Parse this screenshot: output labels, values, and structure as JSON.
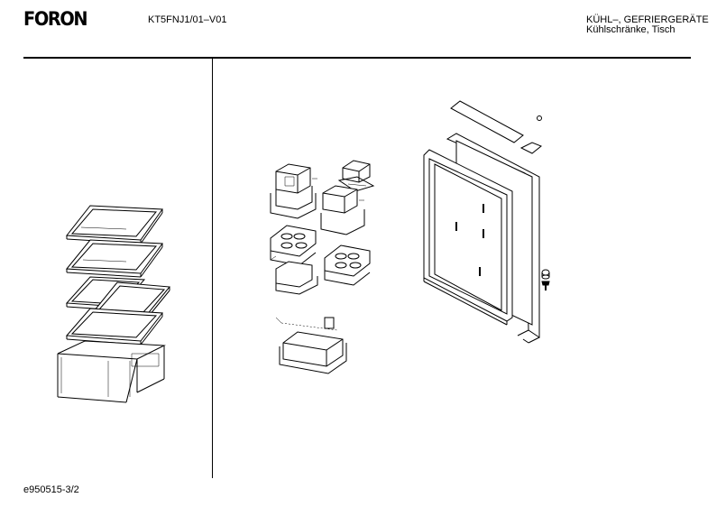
{
  "header": {
    "brand": "FORON",
    "model": "KT5FNJ1/01–V01",
    "category_line1": "KÜHL–, GEFRIERGERÄTE",
    "category_line2": "Kühlschränke, Tisch"
  },
  "footer": {
    "doc_id": "e950515-3/2"
  }
}
